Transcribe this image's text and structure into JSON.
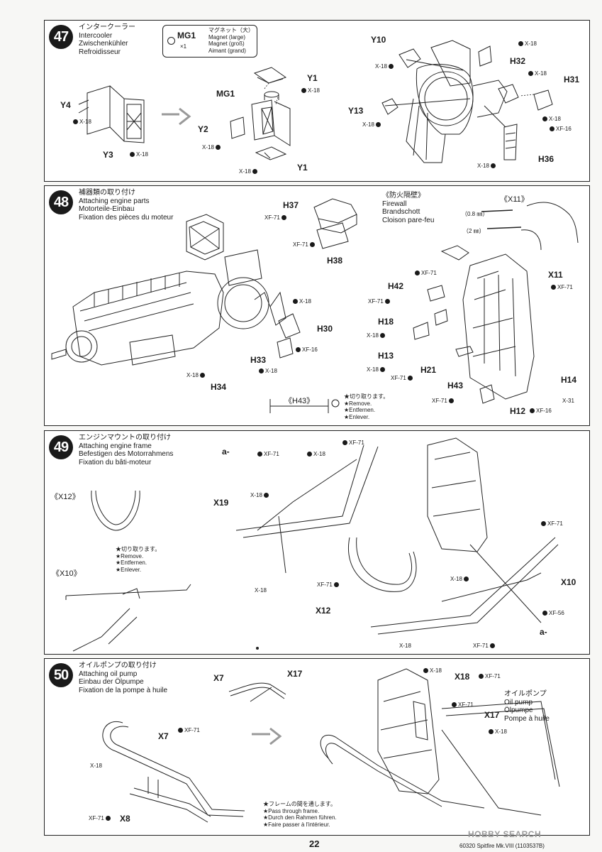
{
  "steps": {
    "s47": {
      "number": "47",
      "title_jp": "インタークーラー",
      "title_en": "Intercooler",
      "title_de": "Zwischenkühler",
      "title_fr": "Refroidisseur",
      "magnet": {
        "part": "MG1",
        "qty": "×1",
        "jp": "マグネット（大）",
        "en": "Magnet (large)",
        "de": "Magnet (groß)",
        "fr": "Aimant (grand)"
      },
      "labels": {
        "y4": "Y4",
        "y3": "Y3",
        "mg1": "MG1",
        "y1a": "Y1",
        "y2": "Y2",
        "y1b": "Y1",
        "y10": "Y10",
        "y13": "Y13",
        "h32": "H32",
        "h31": "H31",
        "h36": "H36"
      },
      "paints": {
        "p1": "X-18",
        "p2": "X-18",
        "p3": "X-18",
        "p4": "X-18",
        "p5": "X-18",
        "p6": "X-18",
        "p7": "X-18",
        "p8": "X-18",
        "p9": "X-18",
        "p10": "X-18",
        "p11": "XF-16",
        "p12": "X-18"
      }
    },
    "s48": {
      "number": "48",
      "title_jp": "補器類の取り付け",
      "title_en": "Attaching engine parts",
      "title_de": "Motorteile-Einbau",
      "title_fr": "Fixation des pièces du moteur",
      "firewall_jp": "《防火隔壁》",
      "firewall_en": "Firewall",
      "firewall_de": "Brandschott",
      "firewall_fr": "Cloison pare-feu",
      "x11_title": "《X11》",
      "size_08": "（0.8 ㎜）",
      "size_2": "（2 ㎜）",
      "h43_title": "《H43》",
      "remove_jp": "★切り取ります。",
      "remove_en": "★Remove.",
      "remove_de": "★Entfernen.",
      "remove_fr": "★Enlever.",
      "labels": {
        "h37": "H37",
        "h38": "H38",
        "h30": "H30",
        "h33": "H33",
        "h34": "H34",
        "h42": "H42",
        "h18": "H18",
        "h13": "H13",
        "h21": "H21",
        "h43": "H43",
        "x11": "X11",
        "h14": "H14",
        "h12": "H12"
      },
      "paints": {
        "p1": "XF-71",
        "p2": "XF-71",
        "p3": "X-18",
        "p4": "XF-16",
        "p5": "X-18",
        "p6": "X-18",
        "p7": "XF-71",
        "p8": "XF-71",
        "p9": "X-18",
        "p10": "X-18",
        "p11": "XF-71",
        "p12": "XF-71",
        "p13": "XF-71",
        "p14": "X-31",
        "p15": "XF-16"
      }
    },
    "s49": {
      "number": "49",
      "title_jp": "エンジンマウントの取り付け",
      "title_en": "Attaching engine frame",
      "title_de": "Befestigen des Motorrahmens",
      "title_fr": "Fixation du bâti-moteur",
      "x12_title": "《X12》",
      "x10_title": "《X10》",
      "remove_jp": "★切り取ります。",
      "remove_en": "★Remove.",
      "remove_de": "★Entfernen.",
      "remove_fr": "★Enlever.",
      "labels": {
        "a1": "a-",
        "x19": "X19",
        "x12": "X12",
        "x10": "X10",
        "a2": "a-"
      },
      "paints": {
        "p1": "XF-71",
        "p2": "X-18",
        "p3": "XF-71",
        "p4": "X-18",
        "p5": "X-18",
        "p6": "XF-71",
        "p7": "XF-71",
        "p8": "X-18",
        "p9": "XF-56",
        "p10": "X-18",
        "p11": "XF-71"
      }
    },
    "s50": {
      "number": "50",
      "title_jp": "オイルポンプの取り付け",
      "title_en": "Attaching oil pump",
      "title_de": "Einbau der Ölpumpe",
      "title_fr": "Fixation de la pompe à huile",
      "oilpump_jp": "オイルポンプ",
      "oilpump_en": "Oil pump",
      "oilpump_de": "Ölpumpe",
      "oilpump_fr": "Pompe à huile",
      "through_jp": "★フレームの間を通します。",
      "through_en": "★Pass through frame.",
      "through_de": "★Durch den Rahmen führen.",
      "through_fr": "★Faire passer à l'intérieur.",
      "labels": {
        "x7a": "X7",
        "x17a": "X17",
        "x7b": "X7",
        "x8": "X8",
        "x18": "X18",
        "x17b": "X17"
      },
      "paints": {
        "p1": "XF-71",
        "p2": "X-18",
        "p3": "XF-71",
        "p4": "X-18",
        "p5": "XF-71",
        "p6": "XF-71",
        "p7": "X-18"
      }
    }
  },
  "footer": {
    "page": "22",
    "code": "60320  Spitfire Mk.VIII (1103537B)",
    "watermark": "HOBBY SEARCH"
  }
}
